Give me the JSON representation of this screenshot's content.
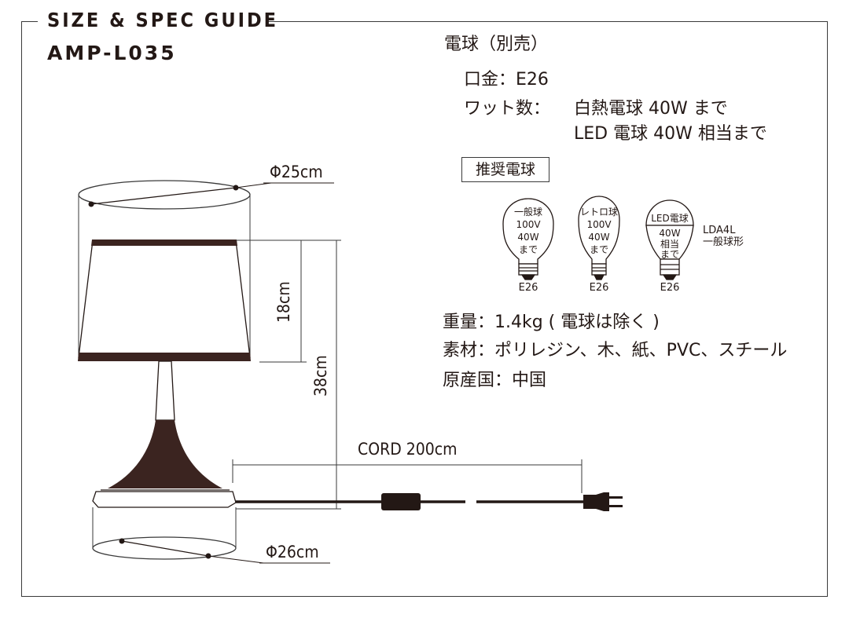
{
  "header": {
    "title": "SIZE & SPEC GUIDE",
    "model": "AMP-L035"
  },
  "bulb": {
    "heading": "電球（別売）",
    "base_line": "口金：E26",
    "watt_label": "ワット数：",
    "watt_line1": "白熱電球 40W まで",
    "watt_line2": "LED 電球 40W 相当まで"
  },
  "recommended": {
    "label": "推奨電球",
    "bulbs": [
      {
        "lines": [
          "一般球",
          "100V",
          "40W",
          "まで"
        ],
        "base": "E26"
      },
      {
        "lines": [
          "レトロ球",
          "100V",
          "40W",
          "まで"
        ],
        "base": "E26"
      },
      {
        "lines": [
          "LED電球",
          "40W",
          "相当",
          "まで"
        ],
        "base": "E26"
      }
    ],
    "note_line1": "LDA4L",
    "note_line2": "一般球形"
  },
  "specs": {
    "weight": "重量：1.4kg ( 電球は除く )",
    "material": "素材：ポリレジン、木、紙、PVC、スチール",
    "origin": "原産国：中国"
  },
  "dimensions": {
    "shade_top_diameter": "Φ25cm",
    "shade_height": "18cm",
    "total_height": "38cm",
    "cord": "CORD 200cm",
    "base_diameter": "Φ26cm"
  }
}
